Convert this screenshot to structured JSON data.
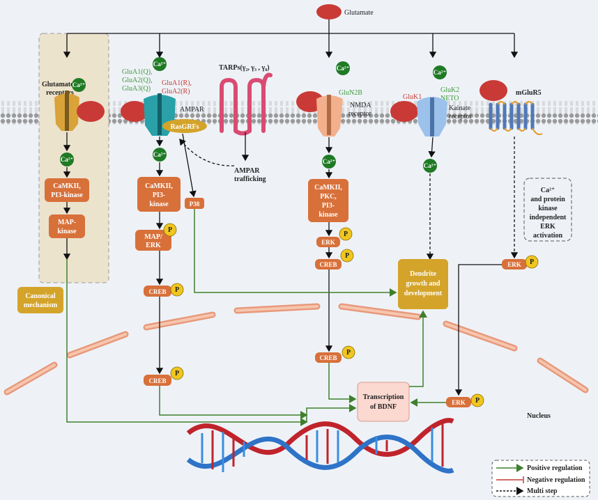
{
  "glutamate": "Glutamate",
  "ca": "Ca²⁺",
  "p": "P",
  "nucleus": "Nucleus",
  "left": {
    "receptor_label_1": "Glutamate",
    "receptor_label_2": "receptors",
    "box1_l1": "CaMKII,",
    "box1_l2": "PI3-kinase",
    "box2_l1": "MAP-",
    "box2_l2": "kinase",
    "canonical_l1": "Canonical",
    "canonical_l2": "mechanism"
  },
  "ampar": {
    "green_1": "GluA1(Q),",
    "green_2": "GluA2(Q),",
    "green_3": "GluA3(Q)",
    "red_1": "GluA1(R),",
    "red_2": "GluA2(R)",
    "name": "AMPAR",
    "rasgrfs": "RasGRFs",
    "box1_l1": "CaMKII,",
    "box1_l2": "PI3-",
    "box1_l3": "kinase",
    "p38": "P38",
    "map_l1": "MAP/",
    "map_l2": "ERK",
    "creb1": "CREB",
    "creb2": "CREB"
  },
  "tarps": {
    "label": "TARPs(γ₂, γ₃ , γ₈)",
    "traff_1": "AMPAR",
    "traff_2": "trafficking"
  },
  "nmda": {
    "subunit": "GluN2B",
    "name_1": "NMDA",
    "name_2": "receptor",
    "box_l1": "CaMKII,",
    "box_l2": "PKC,",
    "box_l3": "PI3-",
    "box_l4": "kinase",
    "erk": "ERK",
    "creb1": "CREB",
    "creb2": "CREB"
  },
  "kainate": {
    "gluk1": "GluK1",
    "gluk2": "GluK2",
    "neto": "NETO",
    "name_1": "Kainate",
    "name_2": "receptor"
  },
  "mglur": {
    "name": "mGluR5",
    "note_1": "Ca²⁺",
    "note_2": "and protein",
    "note_3": "kinase",
    "note_4": "independent",
    "note_5": "ERK",
    "note_6": "activation",
    "erk1": "ERK",
    "erk2": "ERK"
  },
  "dendrite": {
    "l1": "Dendrite",
    "l2": "growth and",
    "l3": "development"
  },
  "bdnf": {
    "l1": "Transcription",
    "l2": "of BDNF"
  },
  "legend": {
    "positive": "Positive regulation",
    "negative": "Negative regulation",
    "multi": "Multi step"
  },
  "colors": {
    "background": "#eef2f7",
    "box_orange": "#d8703a",
    "box_gold": "#d4a42a",
    "calcium": "#1f7a24",
    "phospho": "#f0c61f",
    "glutamate": "#c93a36",
    "positive": "#3f7f2c",
    "negative": "#c43a34"
  }
}
